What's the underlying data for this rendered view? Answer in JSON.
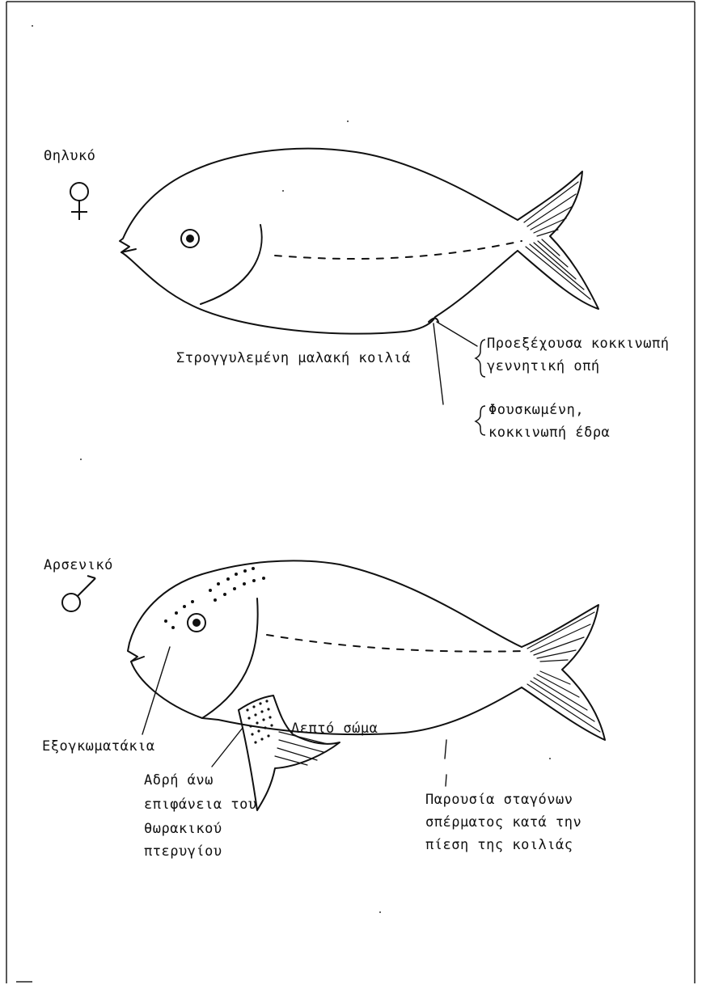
{
  "female": {
    "title": "Θηλυκό",
    "symbol": "♀",
    "belly_label": "Στρογγυλεμένη μαλακή κοιλιά",
    "genital_label_line1": "Προεξέχουσα κοκκινωπή",
    "genital_label_line2": "γεννητική οπή",
    "anus_label_line1": "Φουσκωμένη,",
    "anus_label_line2": "κοκκινωπή έδρα"
  },
  "male": {
    "title": "Αρσενικό",
    "symbol": "♂",
    "tubercles_label": "Εξογκωματάκια",
    "body_label": "Λεπτό σώμα",
    "fin_label_line1": "Αδρή άνω",
    "fin_label_line2": "επιφάνεια του",
    "fin_label_line3": "θωρακικού",
    "fin_label_line4": "πτερυγίου",
    "sperm_label_line1": "Παρουσία σταγόνων",
    "sperm_label_line2": "σπέρματος κατά την",
    "sperm_label_line3": "πίεση της κοιλιάς"
  },
  "colors": {
    "ink": "#111111",
    "paper": "#ffffff"
  }
}
